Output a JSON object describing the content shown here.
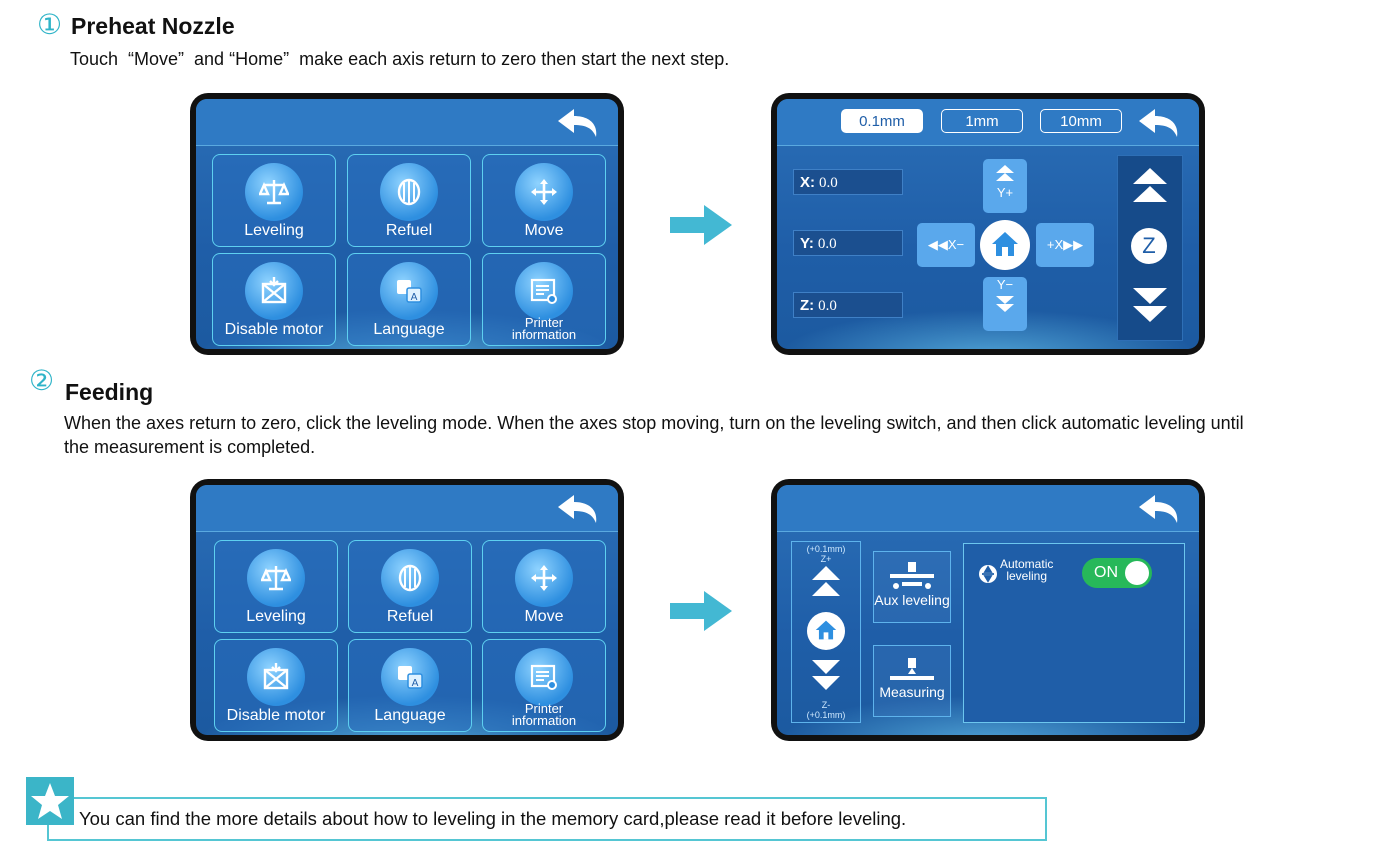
{
  "step1": {
    "number": "①",
    "title": "Preheat Nozzle",
    "description": "Touch  “Move”  and “Home”  make each axis return to zero then start the next step."
  },
  "step2": {
    "number": "②",
    "title": "Feeding",
    "description_line1": "When the axes return to zero, click the leveling mode. When the axes stop moving, turn on the leveling switch, and then click automatic leveling until",
    "description_line2": "the measurement is completed."
  },
  "menu_tiles": [
    {
      "label": "Leveling",
      "icon": "balance-icon"
    },
    {
      "label": "Refuel",
      "icon": "filament-spool-icon"
    },
    {
      "label": "Move",
      "icon": "move-arrows-icon"
    },
    {
      "label": "Disable motor",
      "icon": "disable-motor-icon"
    },
    {
      "label": "Language",
      "icon": "language-icon"
    },
    {
      "label": "Printer information",
      "label_line1": "Printer",
      "label_line2": "information",
      "icon": "printer-info-icon"
    }
  ],
  "move_screen": {
    "steps": [
      "0.1mm",
      "1mm",
      "10mm"
    ],
    "active_step": "0.1mm",
    "axes": [
      {
        "label": "X:",
        "value": "0.0"
      },
      {
        "label": "Y:",
        "value": "0.0"
      },
      {
        "label": "Z:",
        "value": "0.0"
      }
    ],
    "jog": {
      "y_plus": "Y+",
      "y_minus": "Y−",
      "x_minus": "X−",
      "x_plus": "+X"
    },
    "z_label": "Z"
  },
  "leveling_screen": {
    "z_plus_label": "(+0.1mm)",
    "z_plus": "Z+",
    "z_minus": "Z-",
    "z_minus_label": "(+0.1mm)",
    "aux_leveling": "Aux leveling",
    "measuring": "Measuring",
    "auto_leveling_line1": "Automatic",
    "auto_leveling_line2": "leveling",
    "toggle": "ON"
  },
  "note": {
    "text": "You can find the more details about how to leveling in the memory card,please read it before leveling."
  },
  "colors": {
    "accent": "#2fb4c8",
    "screen_blue": "#1f5ea8",
    "toggle_green": "#27b85a"
  }
}
